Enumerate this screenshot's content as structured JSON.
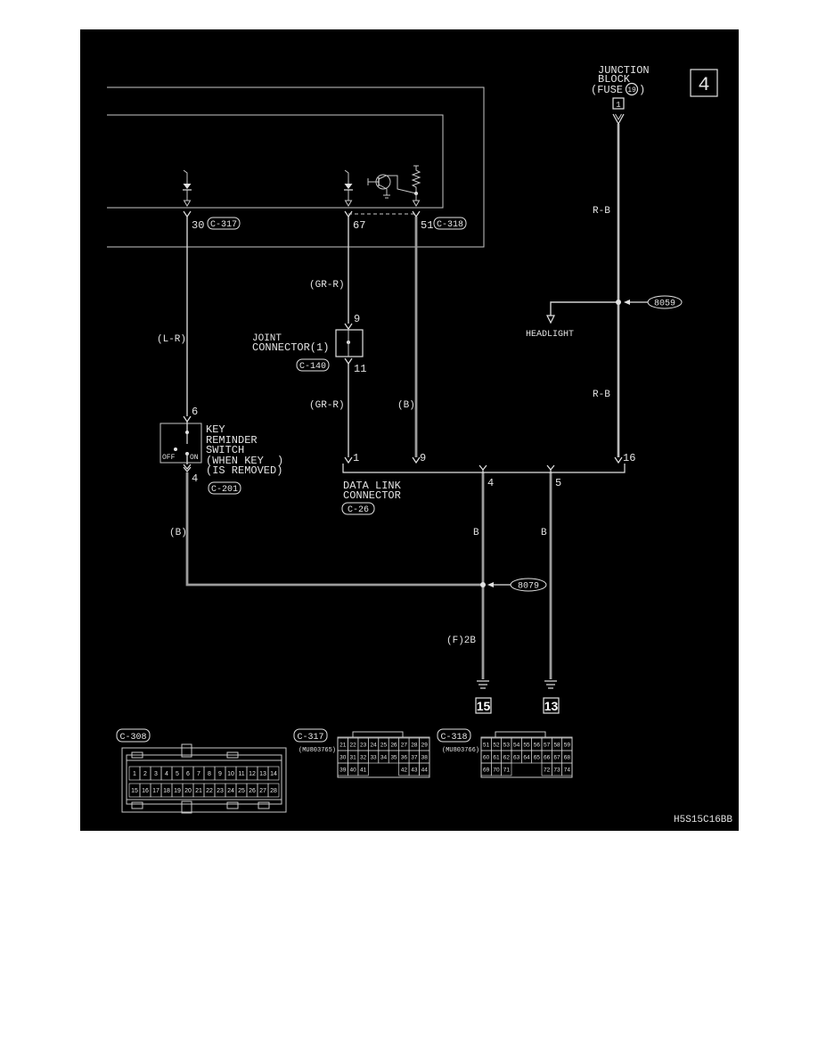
{
  "page_ref": "4",
  "diagram_code": "H5S15C16BB",
  "junction_block": {
    "line1": "JUNCTION",
    "line2": "BLOCK",
    "fuse_prefix": "(FUSE",
    "fuse_no": "19",
    "fuse_suffix": ")",
    "pin": "1"
  },
  "ecu_pins": {
    "pin_a": "30",
    "conn_a": "C-317",
    "pin_b": "67",
    "pin_c": "51",
    "conn_c": "C-318"
  },
  "wire_colors": {
    "r_b_upper": "R-B",
    "r_b_lower": "R-B",
    "gr_r_upper": "(GR-R)",
    "gr_r_lower": "(GR-R)",
    "l_r": "(L-R)",
    "b_mid": "(B)",
    "b_left": "(B)",
    "b_dlc4": "B",
    "b_dlc5": "B",
    "f_2b": "(F)2B"
  },
  "splices": {
    "upper": "8059",
    "lower": "8079"
  },
  "headlight": "HEADLIGHT",
  "joint_connector": {
    "line1": "JOINT",
    "line2": "CONNECTOR(1)",
    "id": "C-140",
    "pin_in": "9",
    "pin_out": "11"
  },
  "key_reminder_switch": {
    "line1": "KEY",
    "line2": "REMINDER",
    "line3": "SWITCH",
    "line4": "(WHEN KEY",
    "line4_close": ")",
    "line5": "(IS REMOVED)",
    "off": "OFF",
    "on": "ON",
    "pin_top": "6",
    "pin_bottom": "4",
    "id": "C-201"
  },
  "data_link_connector": {
    "line1": "DATA LINK",
    "line2": "CONNECTOR",
    "id": "C-26",
    "pins_top": [
      "1",
      "9",
      "16"
    ],
    "pins_bottom": [
      "4",
      "5"
    ]
  },
  "grounds": [
    "15",
    "13"
  ],
  "connector_views": [
    {
      "id": "C-308",
      "rows": [
        [
          "1",
          "2",
          "3",
          "4",
          "5",
          "6",
          "7",
          "8",
          "9",
          "10",
          "11",
          "12",
          "13",
          "14"
        ],
        [
          "15",
          "16",
          "17",
          "18",
          "19",
          "20",
          "21",
          "22",
          "23",
          "24",
          "25",
          "26",
          "27",
          "28"
        ]
      ]
    },
    {
      "id": "C-317",
      "part_no": "(MU803765)",
      "rows": [
        [
          "21",
          "22",
          "23",
          "24",
          "25",
          "26",
          "27",
          "28",
          "29"
        ],
        [
          "30",
          "31",
          "32",
          "33",
          "34",
          "35",
          "36",
          "37",
          "38"
        ],
        [
          "39",
          "40",
          "41",
          "",
          "",
          "",
          "42",
          "43",
          "44"
        ]
      ]
    },
    {
      "id": "C-318",
      "part_no": "(MU803766)",
      "rows": [
        [
          "51",
          "52",
          "53",
          "54",
          "55",
          "56",
          "57",
          "58",
          "59"
        ],
        [
          "60",
          "61",
          "62",
          "63",
          "64",
          "65",
          "66",
          "67",
          "68"
        ],
        [
          "69",
          "70",
          "71",
          "",
          "",
          "",
          "72",
          "73",
          "74"
        ]
      ]
    }
  ],
  "colors": {
    "background": "#000000",
    "page": "#ffffff",
    "line": "#e2e2e2",
    "harness": "#9c9c9c"
  }
}
